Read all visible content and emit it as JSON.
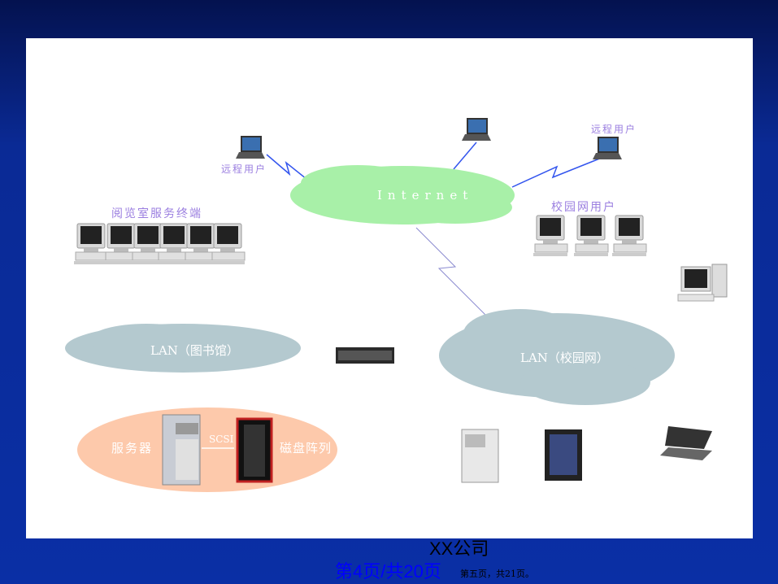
{
  "slide": {
    "remote_user_left": "远程用户",
    "remote_user_right": "远程用户",
    "internet": "Internet",
    "reading_room_terminals": "阅览室服务终端",
    "campus_users": "校园网用户",
    "lan_library": "LAN（图书馆）",
    "lan_campus": "LAN（校园网）",
    "server": "服务器",
    "scsi": "SCSI",
    "disk_array": "磁盘阵列"
  },
  "footer": {
    "company": "XX公司",
    "page_indicator": "第4页/共20页",
    "page_overlay": "第五页，共21页。"
  },
  "colors": {
    "background": "#0a2fa5",
    "internet_cloud": "#a8f0a8",
    "lan_cloud": "#b4c9cf",
    "storage_ellipse": "#fdc9ab",
    "link_line": "#3355ee",
    "label": "#9b7fe0",
    "page_indicator": "#0000ff"
  }
}
